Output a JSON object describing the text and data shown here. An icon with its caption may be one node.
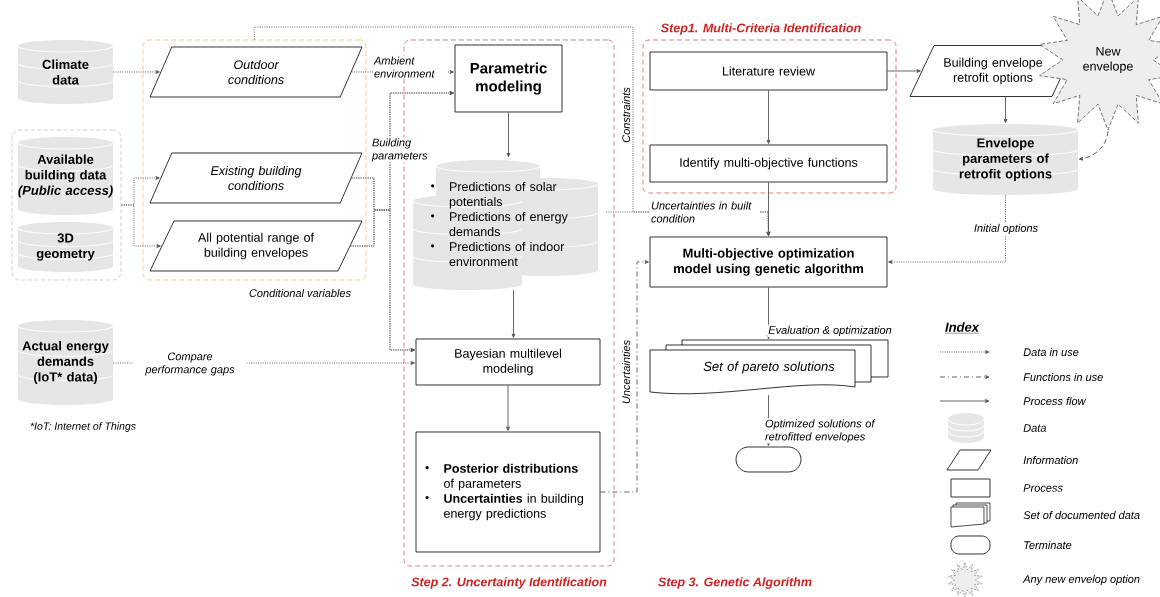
{
  "diagram": {
    "nodes": [
      {
        "text": [
          "Climate data"
        ]
      },
      {
        "text": [],
        "shape": "box"
      },
      {
        "text": [
          "Available building data *(Public access)*"
        ],
        "in": 1
      },
      {
        "text": [
          "3D geometry"
        ],
        "in": 1
      },
      {
        "text": [
          "Conditional variables"
        ]
      },
      {
        "text": [
          "Outdoor conditions"
        ],
        "in": 4
      },
      {
        "text": [
          "Existing building conditions"
        ],
        "in": 4
      },
      {
        "text": [
          "All potential range of building envelopes"
        ],
        "in": 4
      },
      {
        "text": [
          "Actual energy demands (IoT* data)"
        ]
      },
      {
        "text": [
          "Step 2. Uncertainty Identification"
        ]
      },
      {
        "text": [
          "Parametric modeling"
        ],
        "in": 9
      },
      {
        "text": [
          "Predictions of solar potentials",
          "Predictions of energy demands",
          "Predictions of indoor environment"
        ],
        "in": 9
      },
      {
        "text": [
          "Bayesian multilevel modeling"
        ],
        "in": 9
      },
      {
        "text": [
          "**Posterior distributions** of parameters",
          "**Uncertainties** in building energy predictions"
        ],
        "in": 9
      },
      {
        "text": [
          "Step1. Multi-Criteria Identification"
        ]
      },
      {
        "text": [
          "Literature review"
        ],
        "in": 14
      },
      {
        "text": [
          "Identify multi-objective functions"
        ],
        "in": 14
      },
      {
        "text": [
          "Building envelope retrofit options"
        ]
      },
      {
        "text": [
          "New envelope"
        ]
      },
      {
        "text": [
          "Envelope parameters of retrofit options"
        ]
      },
      {
        "text": [
          "Multi-objective optimization model using genetic algorithm"
        ]
      },
      {
        "text": [
          "Set of pareto solutions"
        ]
      },
      {
        "text": [],
        "shape": "capsule"
      }
    ],
    "edges": [
      {
        "from": 0,
        "to": 5,
        "arrow": "to",
        "style": "dashed"
      },
      {
        "from": 1,
        "to": 6,
        "arrow": "to",
        "style": "dashed"
      },
      {
        "from": 1,
        "to": 7,
        "arrow": "to",
        "style": "dashed"
      },
      {
        "from": 5,
        "to": 10,
        "arrow": "to",
        "style": "dashed",
        "label": "Ambient environment"
      },
      {
        "from": 6,
        "to": 10,
        "arrow": "to",
        "style": "dashed",
        "label": "Building parameters"
      },
      {
        "from": 7,
        "to": 10,
        "arrow": "to",
        "style": "dashed"
      },
      {
        "from": 6,
        "to": 12,
        "arrow": "to",
        "style": "dashed"
      },
      {
        "from": 7,
        "to": 12,
        "arrow": "to",
        "style": "dashed"
      },
      {
        "from": 4,
        "to": 20,
        "arrow": "to",
        "style": "dashed",
        "label": "Constraints"
      },
      {
        "from": 11,
        "to": 20,
        "arrow": "to",
        "style": "dashed",
        "label": "Uncertainties in built condition"
      },
      {
        "from": 8,
        "to": 12,
        "arrow": "to",
        "style": "dashed",
        "label": "Compare performance gaps"
      },
      {
        "from": 10,
        "to": 11,
        "arrow": "to"
      },
      {
        "from": 11,
        "to": 12,
        "arrow": "to"
      },
      {
        "from": 12,
        "to": 13,
        "arrow": "to"
      },
      {
        "from": 13,
        "to": 20,
        "arrow": "to",
        "style": "dashed",
        "label": "Uncertainties"
      },
      {
        "from": 15,
        "to": 16,
        "arrow": "to"
      },
      {
        "from": 16,
        "to": 20,
        "arrow": "to"
      },
      {
        "from": 15,
        "to": 17,
        "arrow": "to"
      },
      {
        "from": 17,
        "to": 19,
        "arrow": "to"
      },
      {
        "from": 18,
        "to": 19,
        "arrow": "to",
        "style": "dashed"
      },
      {
        "from": 19,
        "to": 20,
        "arrow": "to",
        "style": "dashed",
        "label": "Initial options"
      },
      {
        "from": 20,
        "to": 21,
        "arrow": "to",
        "label": "Evaluation & optimization"
      },
      {
        "from": 21,
        "to": 22,
        "arrow": "to",
        "label": "Optimized solutions of retrofitted envelopes"
      }
    ],
    "labels": [
      "Index",
      "*IoT: Internet of Things",
      "Step 3. Genetic Algorithm"
    ],
    "legend": [
      {
        "text": "Data in use"
      },
      {
        "text": "Functions in use"
      },
      {
        "text": "Process flow"
      },
      {
        "text": "Data"
      },
      {
        "text": "Information"
      },
      {
        "text": "Process"
      },
      {
        "text": "Set of documented data"
      },
      {
        "text": "Terminate"
      },
      {
        "text": "Any new envelop option"
      }
    ]
  }
}
